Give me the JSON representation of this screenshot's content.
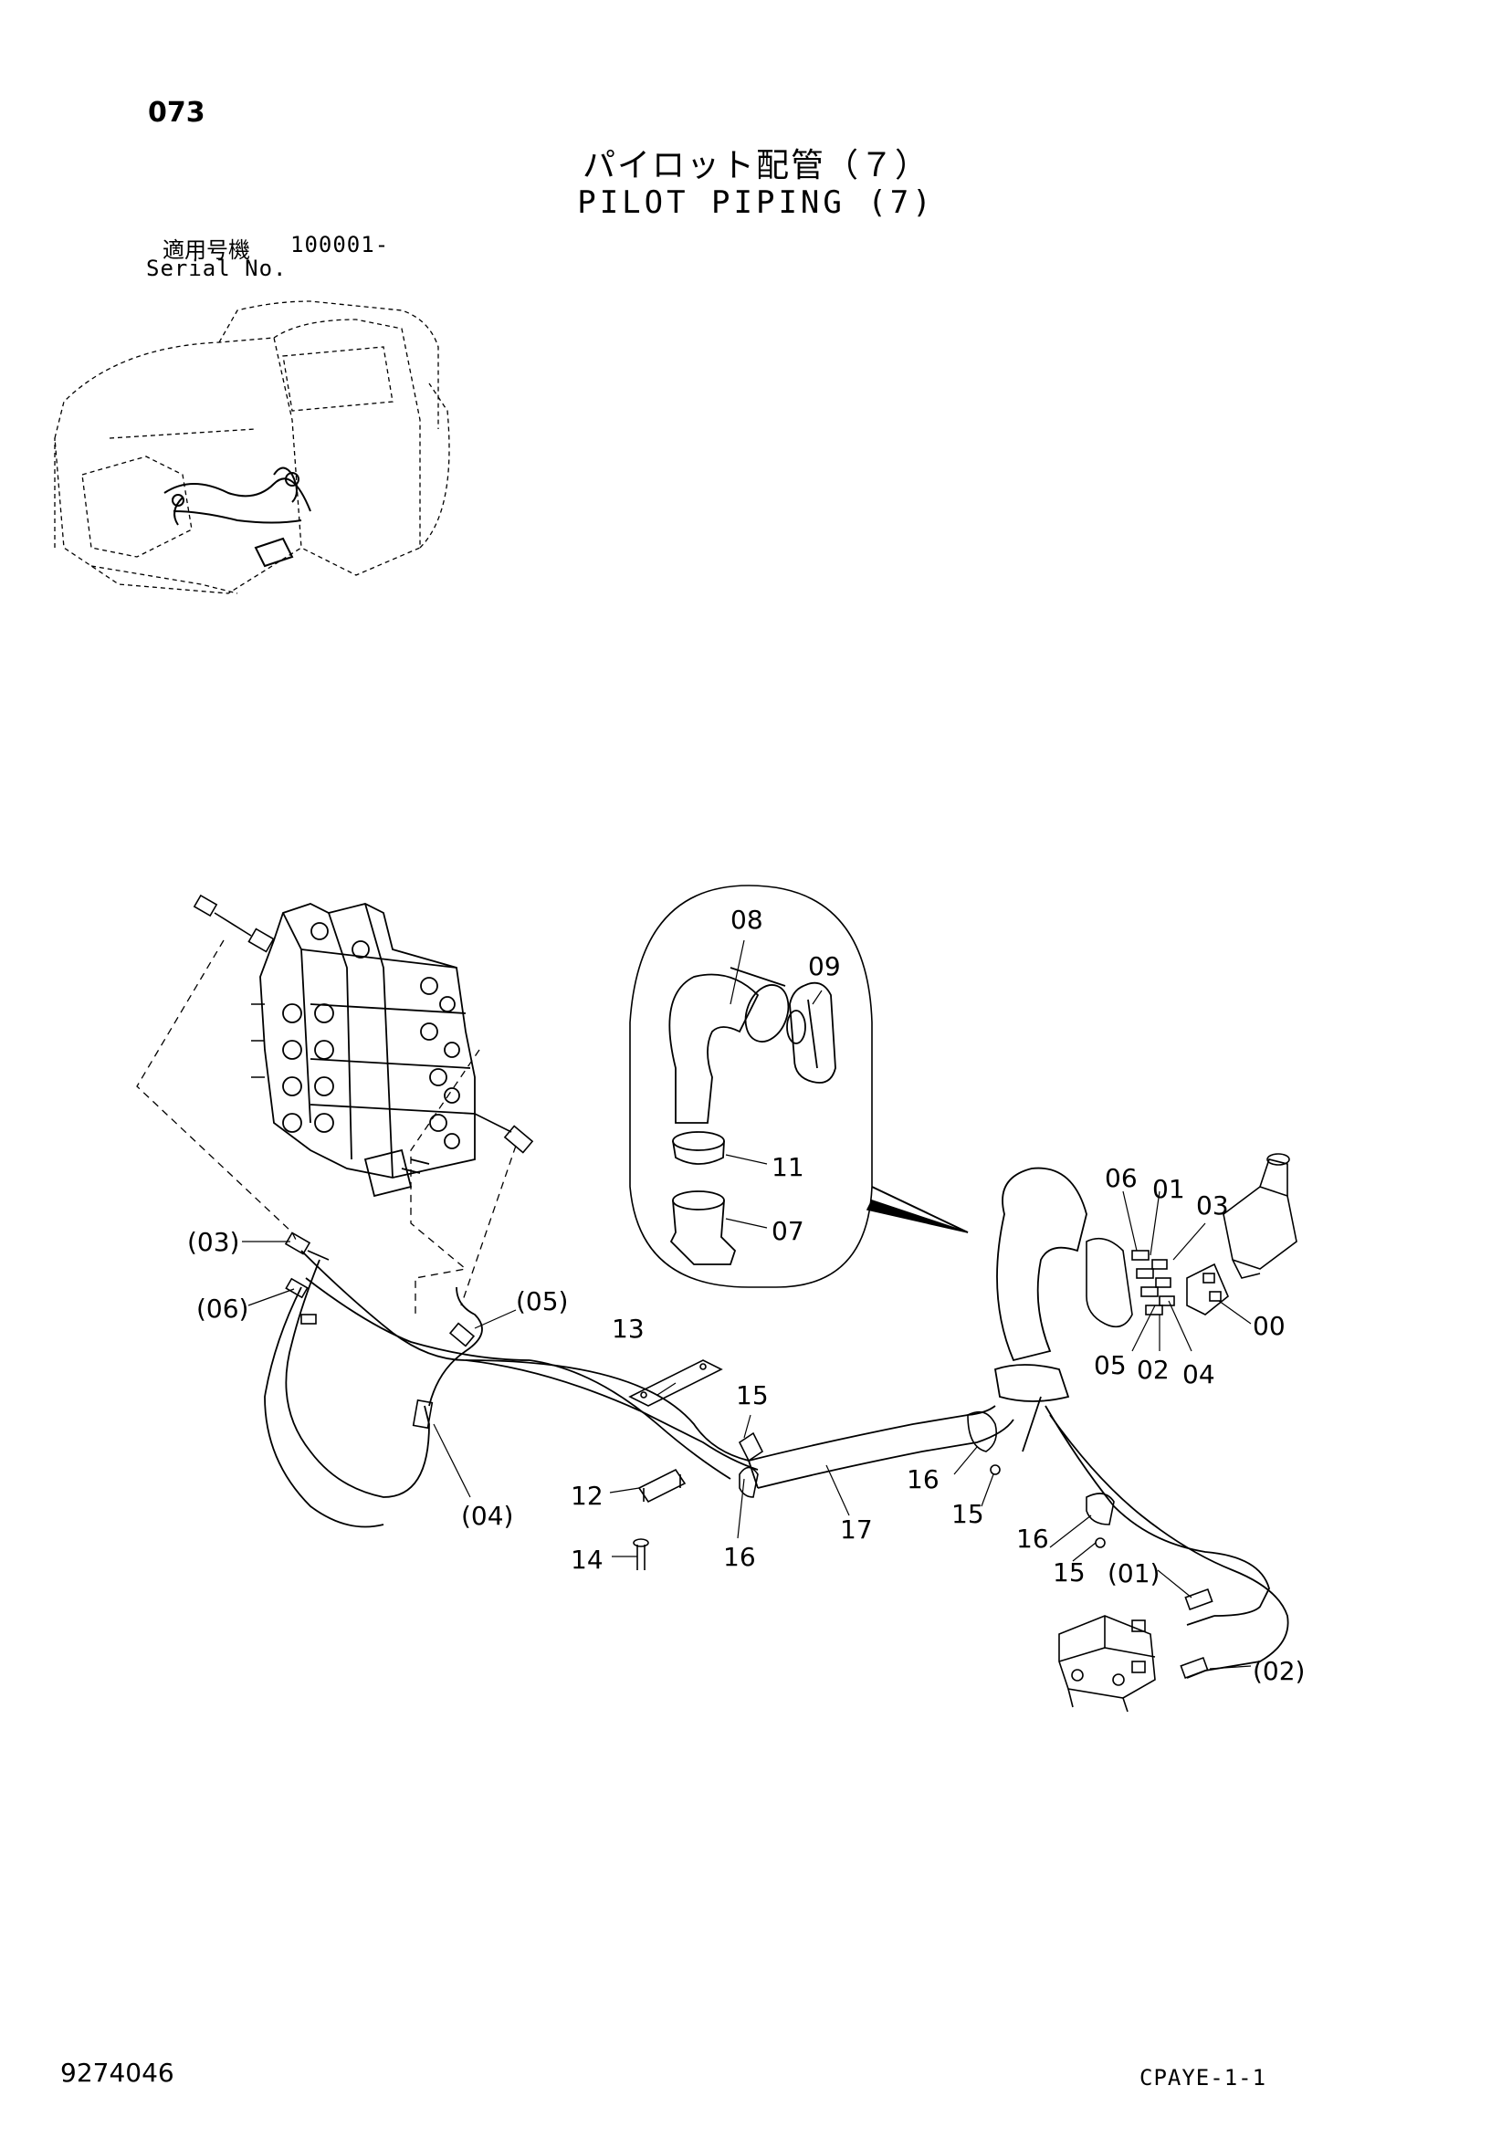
{
  "header": {
    "page_number": "073",
    "title_jp": "パイロット配管（７）",
    "title_en": "PILOT PIPING (7)",
    "serial_label_jp": "適用号機",
    "serial_value": "100001-",
    "serial_label_en": "Serial No."
  },
  "callouts": [
    {
      "id": "08"
    },
    {
      "id": "09"
    },
    {
      "id": "11"
    },
    {
      "id": "07"
    },
    {
      "id": "06"
    },
    {
      "id": "01"
    },
    {
      "id": "03"
    },
    {
      "id": "00"
    },
    {
      "id": "05"
    },
    {
      "id": "02"
    },
    {
      "id": "04"
    },
    {
      "id": "(03)"
    },
    {
      "id": "(06)"
    },
    {
      "id": "(05)"
    },
    {
      "id": "(04)"
    },
    {
      "id": "13"
    },
    {
      "id": "15"
    },
    {
      "id": "12"
    },
    {
      "id": "14"
    },
    {
      "id": "16"
    },
    {
      "id": "17"
    },
    {
      "id": "16"
    },
    {
      "id": "15"
    },
    {
      "id": "16"
    },
    {
      "id": "15"
    },
    {
      "id": "(01)"
    },
    {
      "id": "(02)"
    }
  ],
  "footer": {
    "drawing_number": "9274046",
    "sheet_code": "CPAYE-1-1"
  }
}
